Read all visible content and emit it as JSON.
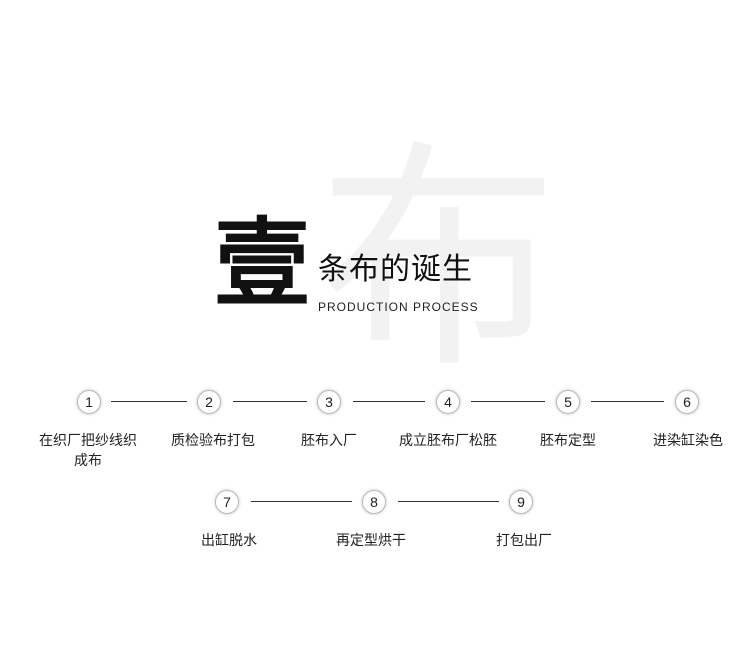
{
  "header": {
    "watermark_char": "布",
    "big_char": "壹",
    "title_cn": "条布的诞生",
    "title_en": "PRODUCTION PROCESS"
  },
  "steps": [
    {
      "num": "1",
      "label": "在织厂把纱线织成布"
    },
    {
      "num": "2",
      "label": "质检验布打包"
    },
    {
      "num": "3",
      "label": "胚布入厂"
    },
    {
      "num": "4",
      "label": "成立胚布厂松胚"
    },
    {
      "num": "5",
      "label": "胚布定型"
    },
    {
      "num": "6",
      "label": "进染缸染色"
    },
    {
      "num": "7",
      "label": "出缸脱水"
    },
    {
      "num": "8",
      "label": "再定型烘干"
    },
    {
      "num": "9",
      "label": "打包出厂"
    }
  ]
}
